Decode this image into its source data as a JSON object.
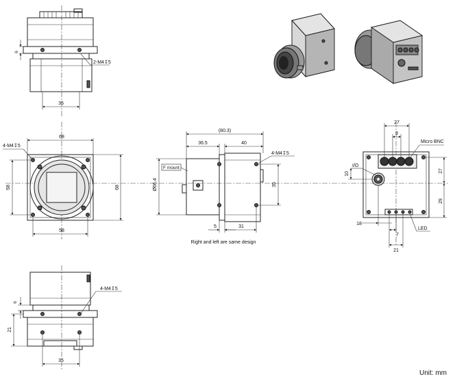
{
  "unit_label": "Unit: mm",
  "note": "Right and left are same design",
  "top_view": {
    "callout": "2-M4↧5",
    "dim_width": "35",
    "dim_height": "6"
  },
  "front_view": {
    "callout": "4-M4↧5",
    "dim_width_top": "68",
    "dim_width_bottom": "58",
    "dim_height_left": "58",
    "dim_height_right": "68"
  },
  "side_view": {
    "dim_overall": "(80.3)",
    "dim_lens": "36.5",
    "dim_body": "40",
    "dim_tab": "5",
    "dim_offset": "31",
    "dim_holes": "35",
    "dim_diameter": "Ø66.4",
    "label_mount": "F mount",
    "callout": "4-M4↧5"
  },
  "rear_view": {
    "dim_top": "27",
    "dim_bnc": "9",
    "dim_io_v": "10",
    "dim_right_upper": "27",
    "dim_right_lower": "29",
    "dim_bottom_left": "18",
    "dim_led": "7",
    "dim_bottom": "21",
    "label_bnc": "Micro BNC",
    "label_io": "I/O",
    "label_led": "LED"
  },
  "bottom_view": {
    "callout": "4-M4↧5",
    "dim_width": "35",
    "dim_height": "21",
    "dim_top": "6"
  }
}
